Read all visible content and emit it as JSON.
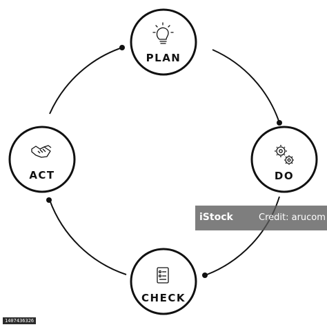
{
  "diagram": {
    "nodes": [
      {
        "id": "plan",
        "label": "PLAN",
        "icon": "lightbulb-icon"
      },
      {
        "id": "do",
        "label": "DO",
        "icon": "gears-icon"
      },
      {
        "id": "check",
        "label": "CHECK",
        "icon": "checklist-icon"
      },
      {
        "id": "act",
        "label": "ACT",
        "icon": "handshake-icon"
      }
    ],
    "colors": {
      "stroke": "#111111",
      "background": "#ffffff"
    }
  },
  "watermark": {
    "logo": "iStock",
    "credit": "Credit: arucom",
    "image_id": "1407436326"
  }
}
